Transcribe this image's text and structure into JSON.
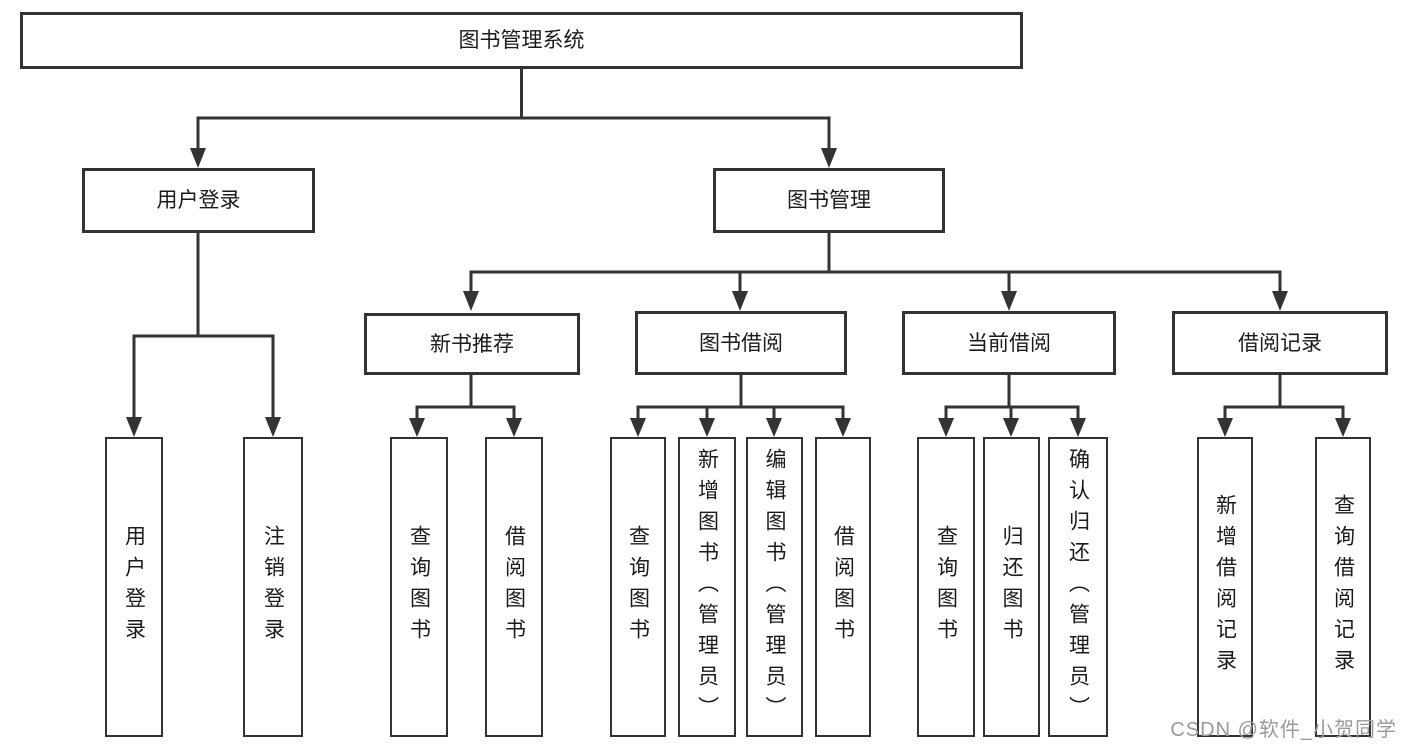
{
  "nodes": {
    "root": "图书管理系统",
    "user_login": "用户登录",
    "book_mgmt": "图书管理",
    "new_book_rec": "新书推荐",
    "book_borrow": "图书借阅",
    "current_borrow": "当前借阅",
    "borrow_record": "借阅记录",
    "leaf_user_login": "用户登录",
    "leaf_logout": "注销登录",
    "leaf_query_book_1": "查询图书",
    "leaf_borrow_book_1": "借阅图书",
    "leaf_query_book_2": "查询图书",
    "leaf_add_book": "新增图书（管理员）",
    "leaf_edit_book": "编辑图书（管理员）",
    "leaf_borrow_book_2": "借阅图书",
    "leaf_query_book_3": "查询图书",
    "leaf_return_book": "归还图书",
    "leaf_confirm_return": "确认归还（管理员）",
    "leaf_add_record": "新增借阅记录",
    "leaf_query_record": "查询借阅记录"
  },
  "hierarchy": {
    "图书管理系统": [
      "用户登录",
      "图书管理"
    ],
    "用户登录": [
      "用户登录",
      "注销登录"
    ],
    "图书管理": [
      "新书推荐",
      "图书借阅",
      "当前借阅",
      "借阅记录"
    ],
    "新书推荐": [
      "查询图书",
      "借阅图书"
    ],
    "图书借阅": [
      "查询图书",
      "新增图书（管理员）",
      "编辑图书（管理员）",
      "借阅图书"
    ],
    "当前借阅": [
      "查询图书",
      "归还图书",
      "确认归还（管理员）"
    ],
    "借阅记录": [
      "新增借阅记录",
      "查询借阅记录"
    ]
  },
  "watermark": "CSDN @软件_小贺同学",
  "colors": {
    "line": "#333333",
    "box_border": "#333333",
    "text": "#1b1b1b",
    "background": "#ffffff",
    "watermark_text": "#9a9a9a"
  }
}
